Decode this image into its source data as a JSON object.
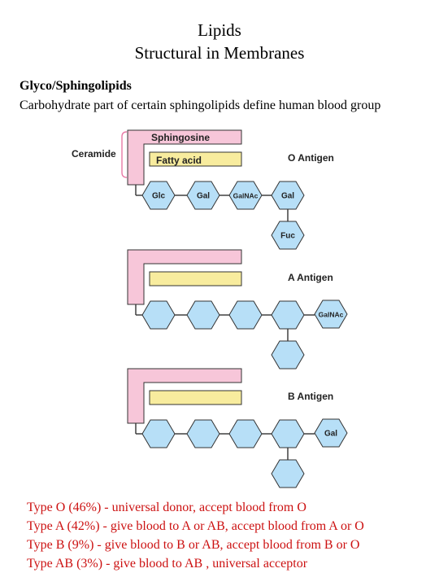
{
  "header": {
    "title_line1": "Lipids",
    "title_line2": "Structural in Membranes",
    "subtitle_bold": "Glyco/Sphingolipids",
    "subtitle": "Carbohydrate part of certain sphingolipids define human blood group"
  },
  "diagram": {
    "ceramide_label": "Ceramide",
    "sphingosine_label": "Sphingosine",
    "fatty_acid_label": "Fatty acid",
    "antigens": [
      {
        "name": "O Antigen",
        "chain": [
          "Glc",
          "Gal",
          "GalNAc",
          "Gal"
        ],
        "branch": "Fuc",
        "extra": ""
      },
      {
        "name": "A Antigen",
        "chain": [
          "",
          "",
          "",
          ""
        ],
        "branch": "",
        "extra": "GalNAc"
      },
      {
        "name": "B Antigen",
        "chain": [
          "",
          "",
          "",
          ""
        ],
        "branch": "",
        "extra": "Gal"
      }
    ],
    "colors": {
      "sphingosine": "#f7c6d9",
      "fatty_acid": "#f8ec9e",
      "sugar": "#b7dff7",
      "stroke": "#333333",
      "bracket": "#e87aa6"
    }
  },
  "legend": {
    "items": [
      "Type O (46%) - universal donor, accept blood from O",
      "Type A (42%) - give blood to A or AB, accept blood from A or O",
      "Type B (9%) - give blood to B or AB, accept blood from B or O",
      "Type AB (3%) - give blood to AB , universal acceptor"
    ]
  }
}
